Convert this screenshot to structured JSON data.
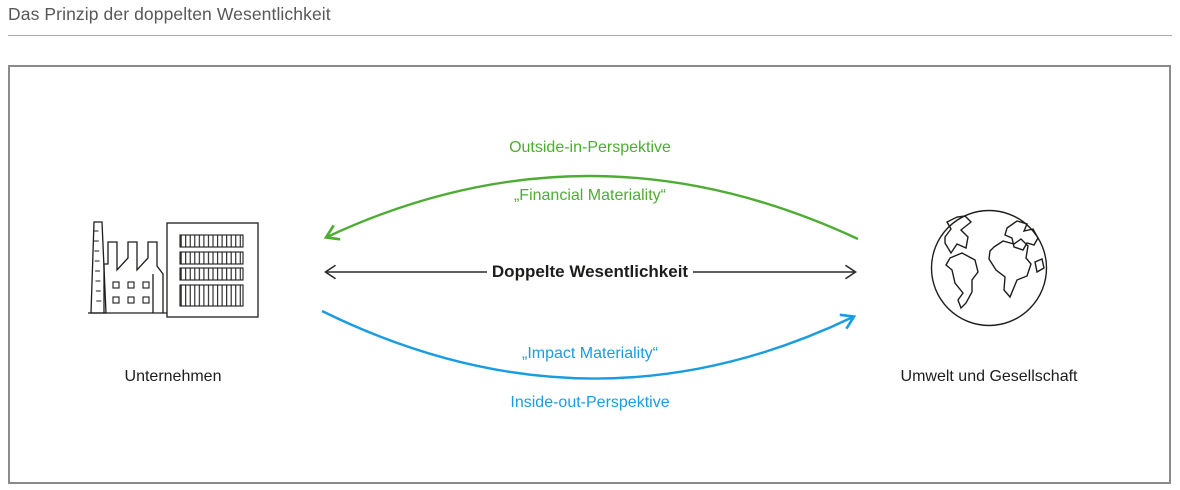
{
  "header": {
    "title": "Das Prinzip der doppelten Wesentlichkeit"
  },
  "diagram": {
    "top_arc": {
      "perspective_label": "Outside-in-Perspektive",
      "materiality_label": "„Financial Materiality“",
      "direction": "right-to-left"
    },
    "center_axis": {
      "label": "Doppelte Wesentlichkeit",
      "direction": "both"
    },
    "bottom_arc": {
      "materiality_label": "„Impact Materiality“",
      "perspective_label": "Inside-out-Perspektive",
      "direction": "left-to-right"
    },
    "left_node": {
      "label": "Unternehmen",
      "icon": "factory-building-icon"
    },
    "right_node": {
      "label": "Umwelt und Gesellschaft",
      "icon": "globe-icon"
    }
  },
  "colors": {
    "green": "#4dad33",
    "blue": "#199de0",
    "black_line": "#2a2a2a",
    "text_black": "#1d1d1b",
    "title_gray": "#57585a",
    "frame_gray": "#8a8b8d",
    "divider_gray": "#a8a9ab",
    "icon_stroke": "#1d1d1b"
  }
}
